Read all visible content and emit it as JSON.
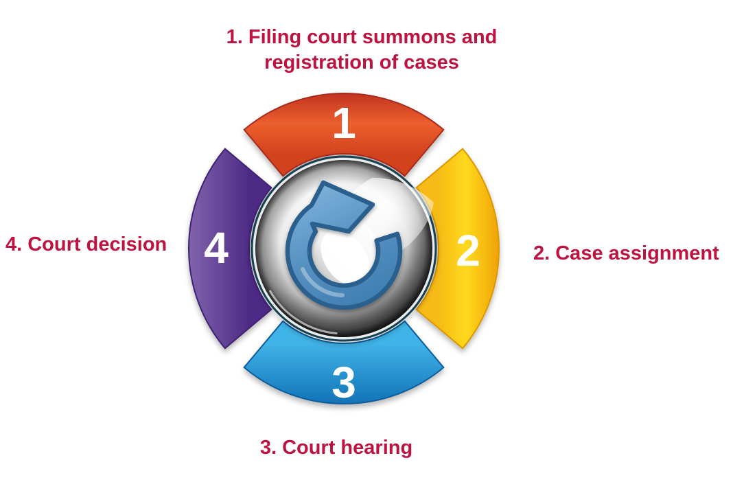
{
  "page": {
    "background_color": "#FFFFFF"
  },
  "diagram": {
    "type": "cycle",
    "center_icon": "refresh-arrow-icon",
    "steps": [
      {
        "number": "1",
        "label": "1. Filing court summons and registration of cases",
        "segment_color": "#E8552B",
        "position": "top"
      },
      {
        "number": "2",
        "label": "2. Case assignment",
        "segment_color": "#FFCE14",
        "position": "right"
      },
      {
        "number": "3",
        "label": "3. Court hearing",
        "segment_color": "#2196D6",
        "position": "bottom"
      },
      {
        "number": "4",
        "label": "4. Court decision",
        "segment_color": "#64419B",
        "position": "left"
      }
    ],
    "colors": {
      "label_text": "#BE1340",
      "step_number": "#FFFFFF",
      "arrow_blue": "#4A87BC",
      "ball_ring_teal": "#14414F"
    }
  }
}
